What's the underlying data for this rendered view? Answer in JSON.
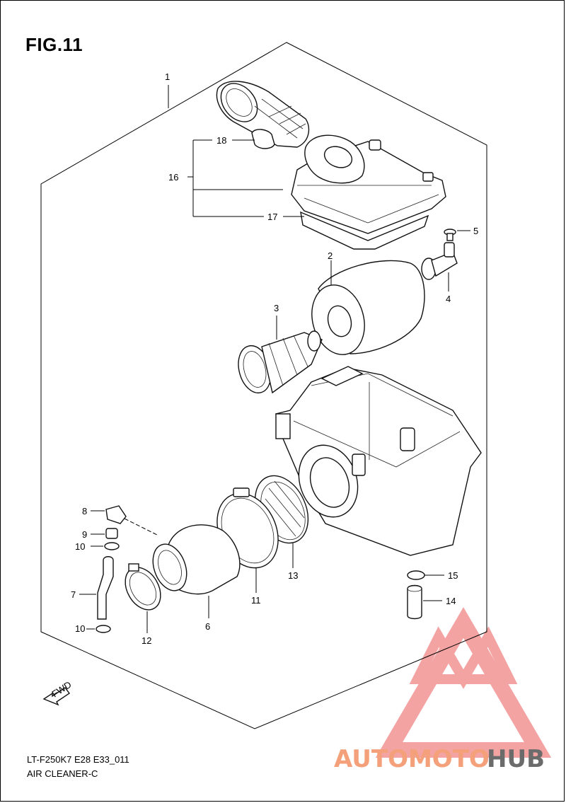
{
  "figure": {
    "title": "FIG.11",
    "model_code": "LT-F250K7 E28 E33_011",
    "assembly_name": "AIR CLEANER-C"
  },
  "callouts": [
    {
      "id": "c1",
      "label": "1"
    },
    {
      "id": "c2",
      "label": "2"
    },
    {
      "id": "c3",
      "label": "3"
    },
    {
      "id": "c4",
      "label": "4"
    },
    {
      "id": "c5",
      "label": "5"
    },
    {
      "id": "c6",
      "label": "6"
    },
    {
      "id": "c7",
      "label": "7"
    },
    {
      "id": "c8",
      "label": "8"
    },
    {
      "id": "c9",
      "label": "9"
    },
    {
      "id": "c10a",
      "label": "10"
    },
    {
      "id": "c10b",
      "label": "10"
    },
    {
      "id": "c11",
      "label": "11"
    },
    {
      "id": "c12",
      "label": "12"
    },
    {
      "id": "c13",
      "label": "13"
    },
    {
      "id": "c14",
      "label": "14"
    },
    {
      "id": "c15",
      "label": "15"
    },
    {
      "id": "c16",
      "label": "16"
    },
    {
      "id": "c17",
      "label": "17"
    },
    {
      "id": "c18",
      "label": "18"
    }
  ],
  "direction_marker": {
    "label": "FWD"
  },
  "watermark": {
    "part1": "AUTOMOTO",
    "part2": "HUB",
    "color_primary": "#f4a07a",
    "color_secondary": "#6b6b6b",
    "color_triangle": "#f4a3a3"
  }
}
